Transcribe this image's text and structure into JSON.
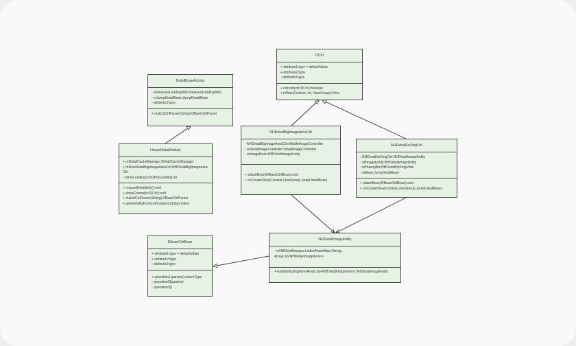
{
  "colors": {
    "background": "#f9f9f9",
    "class_fill": "#e6f2e4",
    "class_border": "#4a4a4a",
    "line": "#333333"
  },
  "classes": {
    "dctrl": {
      "name": "DCtrl",
      "attributes": [
        "+ attribute1:type = defaultValue",
        "+ attribute2:type",
        "- attribute3:type"
      ],
      "operations": [
        "+ refresh(ctrl:DCtrl):boolean",
        "+ inflate(Context, int, ViewGroup):View"
      ]
    },
    "detail_base_activity": {
      "name": "DetailBaseActivity",
      "attributes": [
        "- mRequestLoadingWeb:RequestLoadingWeb",
        "- mJumpDetailBean:JumpDetailBean",
        "- attribute3:type"
      ],
      "operations": [
        "+ matchCtrlParser(String):DBaseCtrlParser"
      ]
    },
    "house_detail_activity": {
      "name": "HouseDetailActivity",
      "attributes": [
        "+ mDetailCacheManager:DetailCacheManager",
        "+ mNewDetailBigImageAreaCtrl:NHDetailBigImageArea Ctrl",
        "- mPreLoadingCtrl:DPreLoadingCtrl"
      ],
      "operations": [
        "+ requestDetailInfo():void",
        "+ showController(DCtrl):void",
        "+ matchCtrlParser(String):DBaseCtrlParser",
        "+ getIntentByProtocol(Context,String):Intent"
      ]
    },
    "nh_big_image_area_ctrl": {
      "name": "NHDetailBigImageAreaCtrl",
      "attributes": [
        "- NHDetailBigImageAreaCtrl:MiddleImageController",
        "- mSmallImageController:SmallImageController",
        "- mImageBean:NHDetailImageEntity"
      ],
      "operations": [
        "+ attachBean(DBaseCtrlBean):void",
        "+ onCreateView(Context,ViewGroup,JumpDetailBean)"
      ]
    },
    "nh_huxing_ctrl": {
      "name": "NHDetailHuXingCtrl",
      "attributes": [
        "- NHDetailHuXingCtrl:NHDetailImageEntity",
        "- allImageEntity:NHDetailImageEntity",
        "- mHuxingBiz:NHDetailHuXingView",
        "- mBean:JumpDetailBean"
      ],
      "operations": [
        "+ attachBean(DBaseCtrlBean):void",
        "+ onCreateView(Context,ViewGroup,JumpDetailBean)"
      ]
    },
    "dbase_ctrl_bean": {
      "name": "DBaseCtrlBean",
      "attributes": [
        "+ attribute1:type = defaultValue",
        "+ attribute2:type",
        "- attribute3:type"
      ],
      "operations": [
        "+ operation1(params):returnType",
        "- operation2(params)",
        "- operation3()"
      ]
    },
    "nh_image_entity": {
      "name": "NHDetailImageEntity",
      "attributes": [
        "- mNHDetailImages:LinkedHashMap<String, ArrayList<NHDetailImageItem>>"
      ],
      "operations": [
        "+ handleHuXingItem(ArrayList<NHDetailImageItem>):NHDetailImageEntity"
      ]
    }
  }
}
